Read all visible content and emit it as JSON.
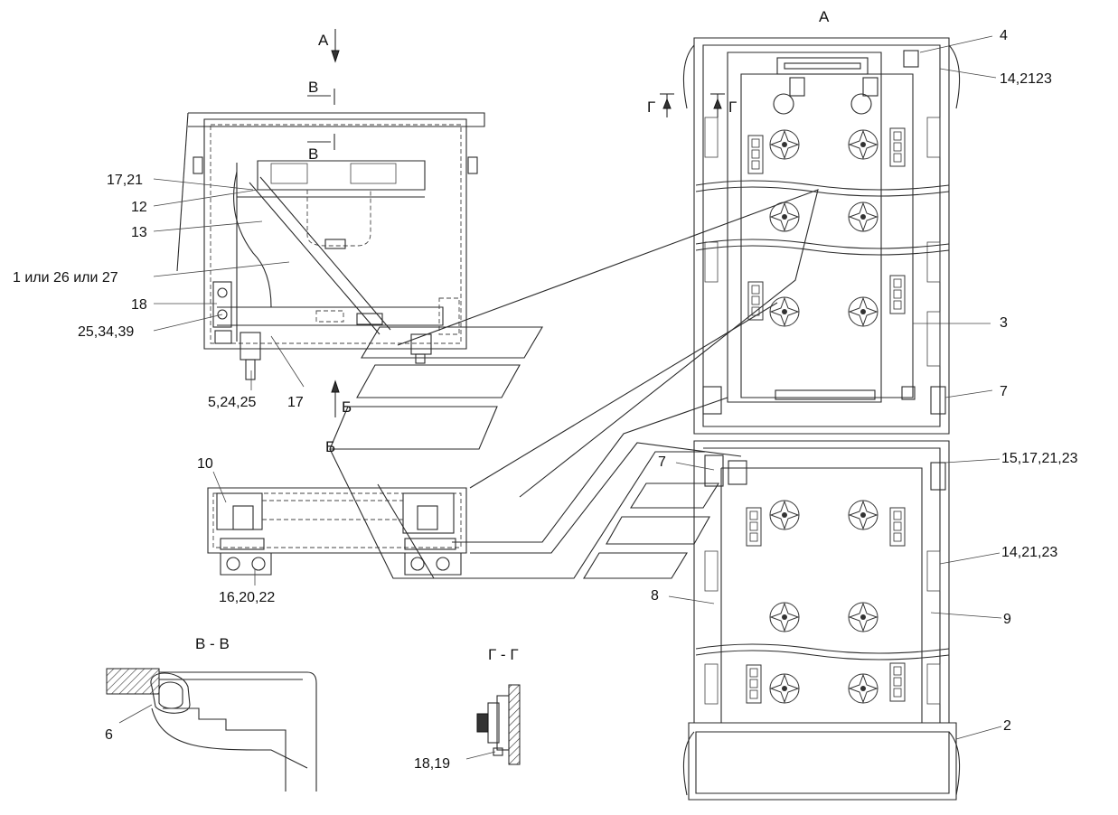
{
  "labels": {
    "view_a_top": "А",
    "view_a_right": "А",
    "section_v_1": "В",
    "section_v_2": "В",
    "section_g_1": "Г",
    "section_g_2": "Г",
    "view_b_1": "Б",
    "view_b_2": "Б",
    "section_vv_title": "В - В",
    "section_gg_title": "Г - Г",
    "callout_17_21": "17,21",
    "callout_12": "12",
    "callout_13": "13",
    "callout_1_26_27": "1 или 26 или 27",
    "callout_18": "18",
    "callout_25_34_39": "25,34,39",
    "callout_5_24_25": "5,24,25",
    "callout_17": "17",
    "callout_10": "10",
    "callout_16_20_22": "16,20,22",
    "callout_6": "6",
    "callout_18_19": "18,19",
    "callout_4": "4",
    "callout_14_2123": "14,2123",
    "callout_3": "3",
    "callout_7_right": "7",
    "callout_7_mid": "7",
    "callout_15_17_21_23": "15,17,21,23",
    "callout_14_21_23": "14,21,23",
    "callout_8": "8",
    "callout_9": "9",
    "callout_2": "2"
  }
}
